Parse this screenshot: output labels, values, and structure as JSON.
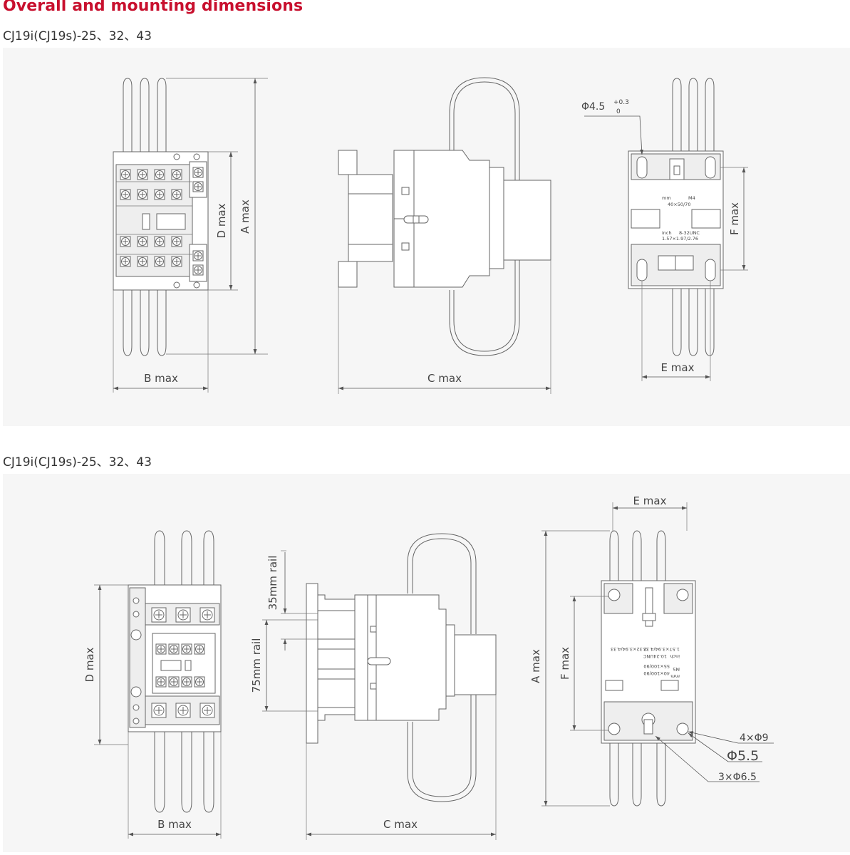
{
  "page": {
    "title": "Overall and mounting dimensions",
    "accent_color": "#c8102e"
  },
  "section1": {
    "subtitle": "CJ19i(CJ19s)-25、32、43",
    "labels": {
      "a_max": "A max",
      "b_max": "B max",
      "c_max": "C max",
      "d_max": "D max",
      "e_max": "E max",
      "f_max": "F max",
      "hole_symbol": "Φ4.5",
      "hole_tol_upper": "+0.3",
      "hole_tol_lower": "0",
      "mm": "mm",
      "m4": "M4",
      "mm_dims": "40×50/70",
      "inch": "inch",
      "unc": "8-32UNC",
      "inch_dims": "1.57×1.97/2.76"
    }
  },
  "section2": {
    "subtitle": "CJ19i(CJ19s)-25、32、43",
    "labels": {
      "a_max": "A max",
      "b_max": "B max",
      "c_max": "C max",
      "d_max": "D max",
      "e_max": "E max",
      "f_max": "F max",
      "rail_35": "35mm rail",
      "rail_75": "75mm rail",
      "holes_4": "4×Φ9",
      "hole_55": "Φ5.5",
      "holes_3": "3×Φ6.5",
      "mm": "mm",
      "m5": "M5",
      "mm_dims_1": "40×100/90",
      "mm_dims_2": "55×100/90",
      "inch": "inch",
      "unc": "10-24UNC",
      "inch_dims_1": "1.57×3.94/4.33",
      "inch_dims_2": "2.32×3.94/4.33"
    }
  }
}
